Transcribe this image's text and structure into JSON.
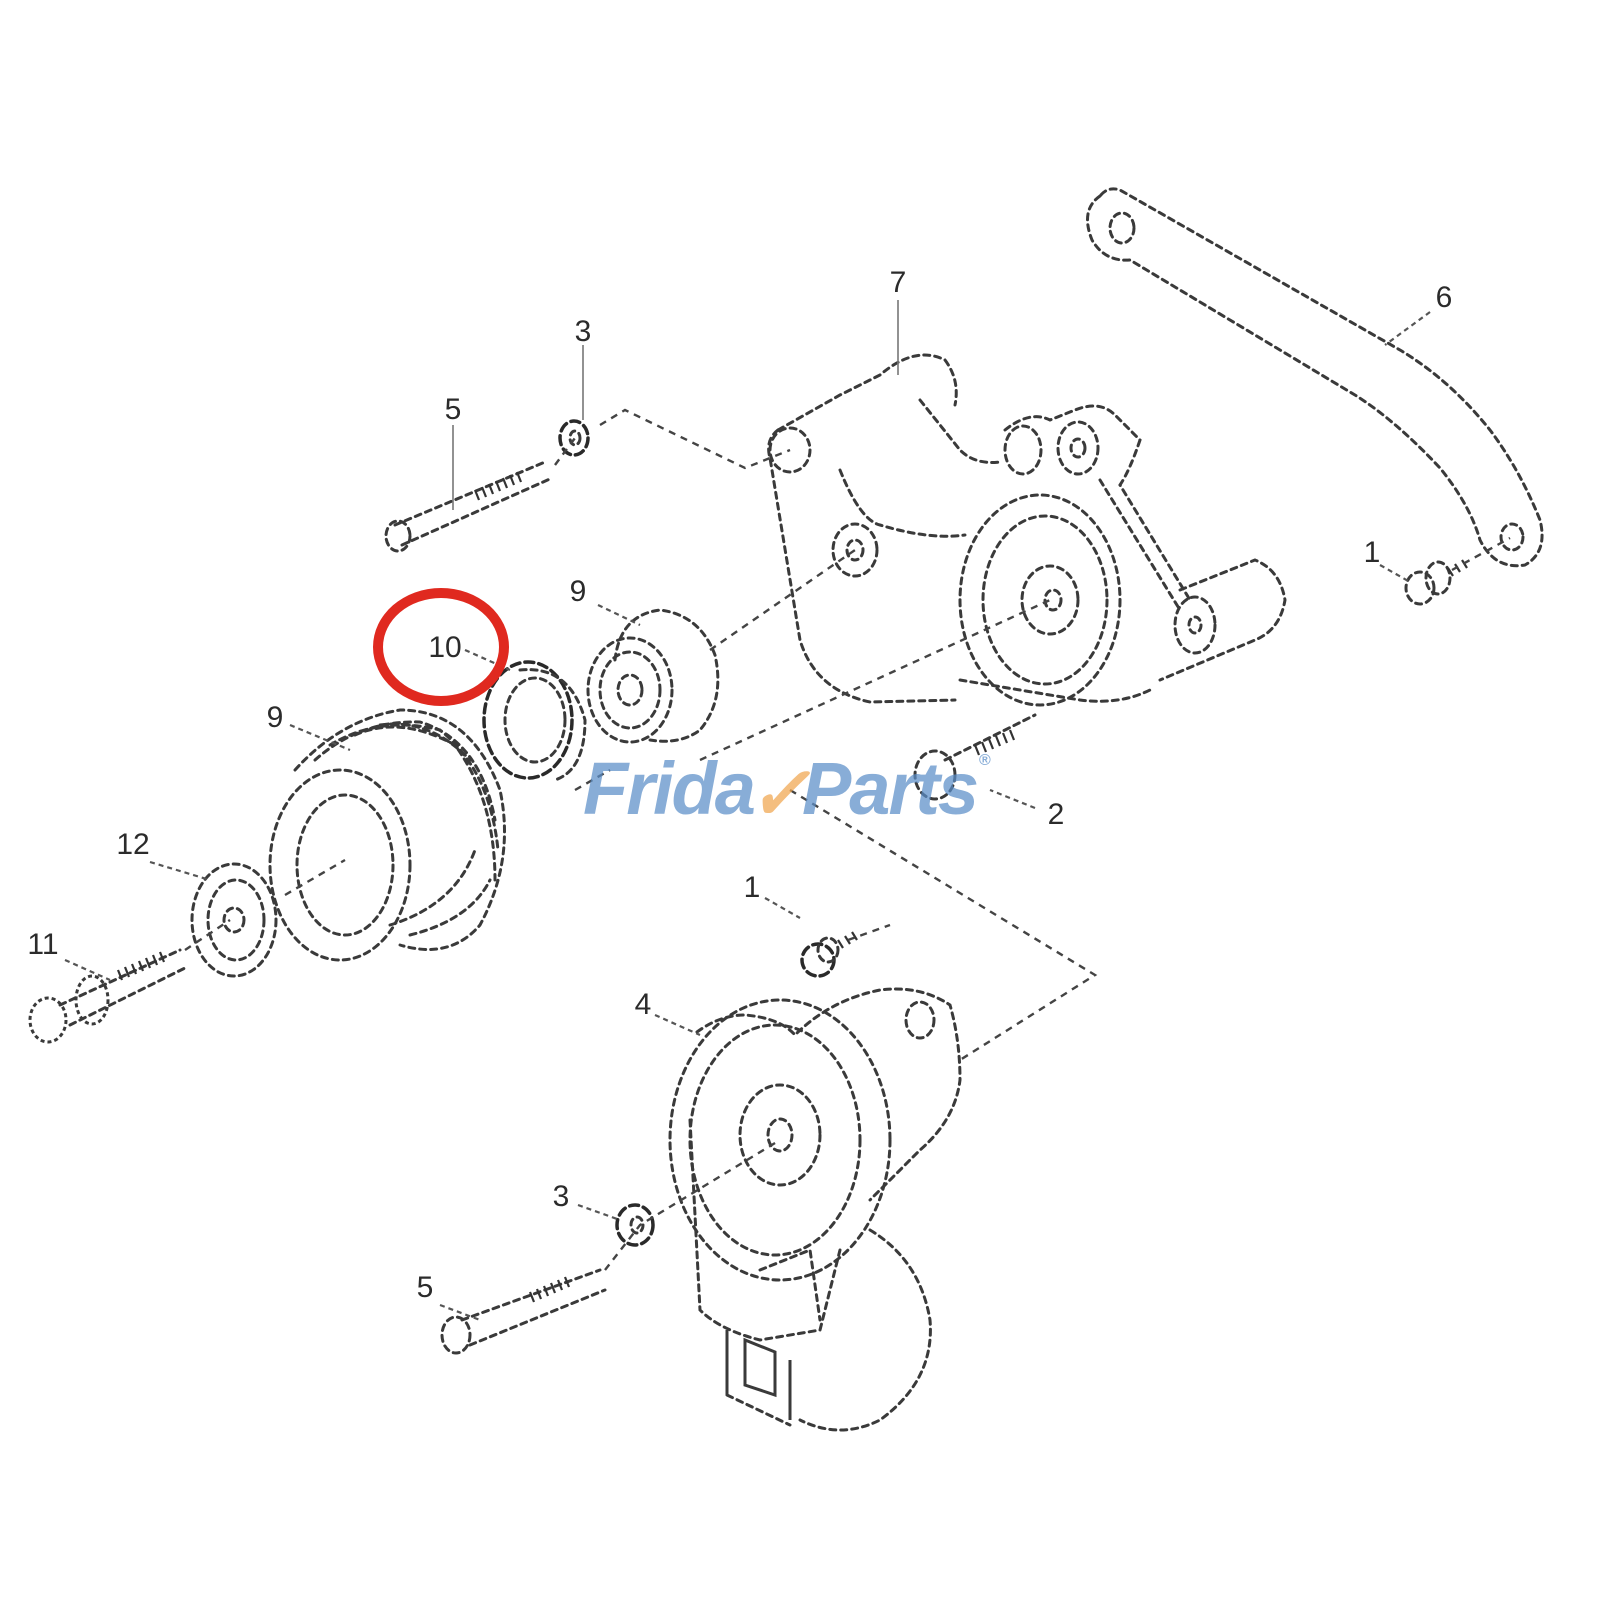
{
  "diagram": {
    "type": "exploded-parts-view",
    "subject": "Belt tensioner pulley assembly",
    "highlight": {
      "item": "10",
      "color": "#e0291f"
    },
    "callouts": [
      {
        "id": "c6",
        "label": "6",
        "part": "tensioner-arm"
      },
      {
        "id": "c7",
        "label": "7",
        "part": "tensioner-bracket"
      },
      {
        "id": "c3a",
        "label": "3",
        "part": "washer-upper"
      },
      {
        "id": "c5a",
        "label": "5",
        "part": "bolt-upper"
      },
      {
        "id": "c1a",
        "label": "1",
        "part": "bolt-right"
      },
      {
        "id": "c9a",
        "label": "9",
        "part": "idler-pulley-upper"
      },
      {
        "id": "c10",
        "label": "10",
        "part": "bearing"
      },
      {
        "id": "c9b",
        "label": "9",
        "part": "grooved-pulley"
      },
      {
        "id": "c2",
        "label": "2",
        "part": "stud-bolt"
      },
      {
        "id": "c12",
        "label": "12",
        "part": "dust-cover-washer"
      },
      {
        "id": "c11",
        "label": "11",
        "part": "pulley-bolt"
      },
      {
        "id": "c1b",
        "label": "1",
        "part": "bolt-lower"
      },
      {
        "id": "c4",
        "label": "4",
        "part": "tensioner-body"
      },
      {
        "id": "c3b",
        "label": "3",
        "part": "washer-lower"
      },
      {
        "id": "c5b",
        "label": "5",
        "part": "bolt-lower-long"
      }
    ]
  },
  "watermark": {
    "part1": "Frida",
    "check": "✓",
    "part2": "Parts",
    "reg": "®",
    "colors": {
      "text": "#5b8ec8",
      "check": "#f0a64e"
    }
  }
}
